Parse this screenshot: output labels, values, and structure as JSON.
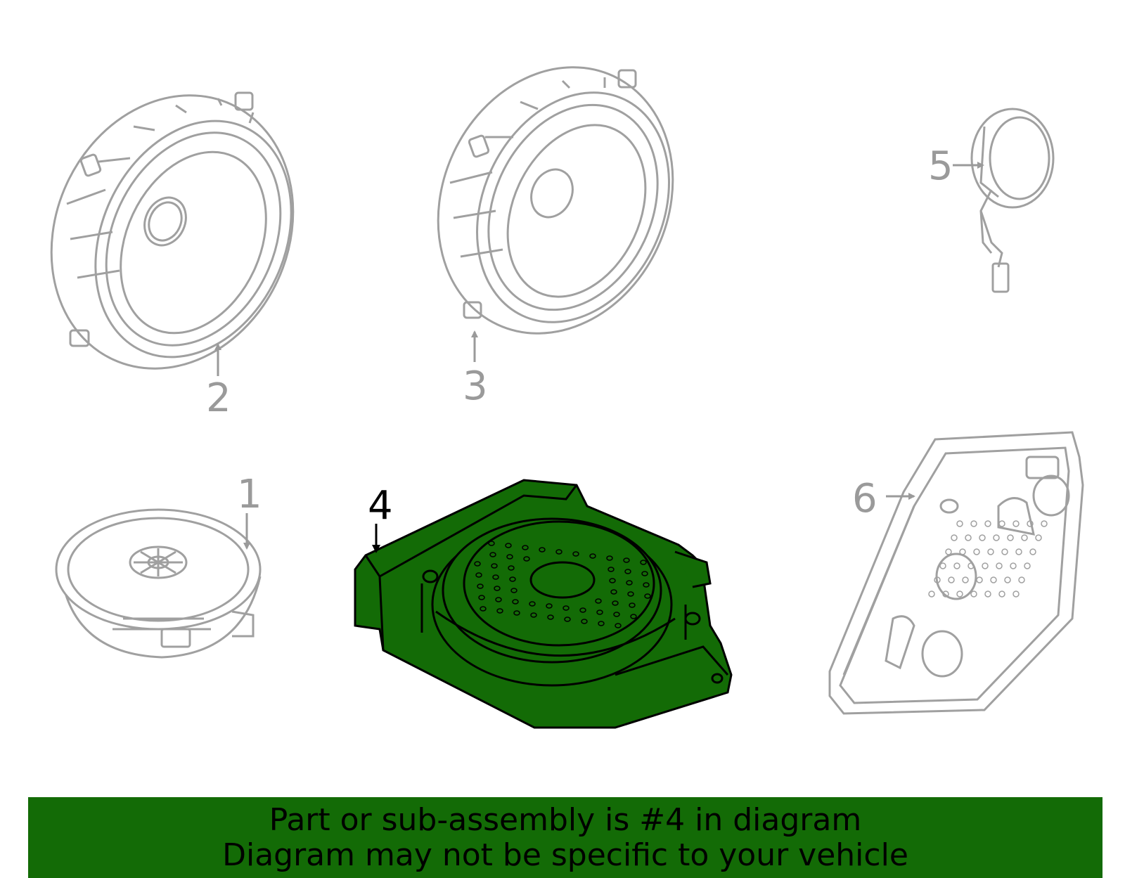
{
  "callouts": [
    {
      "id": "1",
      "label": "1",
      "highlighted": false
    },
    {
      "id": "2",
      "label": "2",
      "highlighted": false
    },
    {
      "id": "3",
      "label": "3",
      "highlighted": false
    },
    {
      "id": "4",
      "label": "4",
      "highlighted": true
    },
    {
      "id": "5",
      "label": "5",
      "highlighted": false
    },
    {
      "id": "6",
      "label": "6",
      "highlighted": false
    }
  ],
  "banner": {
    "line1": "Part or sub-assembly is #4 in diagram",
    "line2": "Diagram may not be specific to your vehicle"
  },
  "colors": {
    "highlight_fill": "#136b06",
    "outline_gray": "#a0a0a0",
    "banner_bg": "#136b06"
  }
}
